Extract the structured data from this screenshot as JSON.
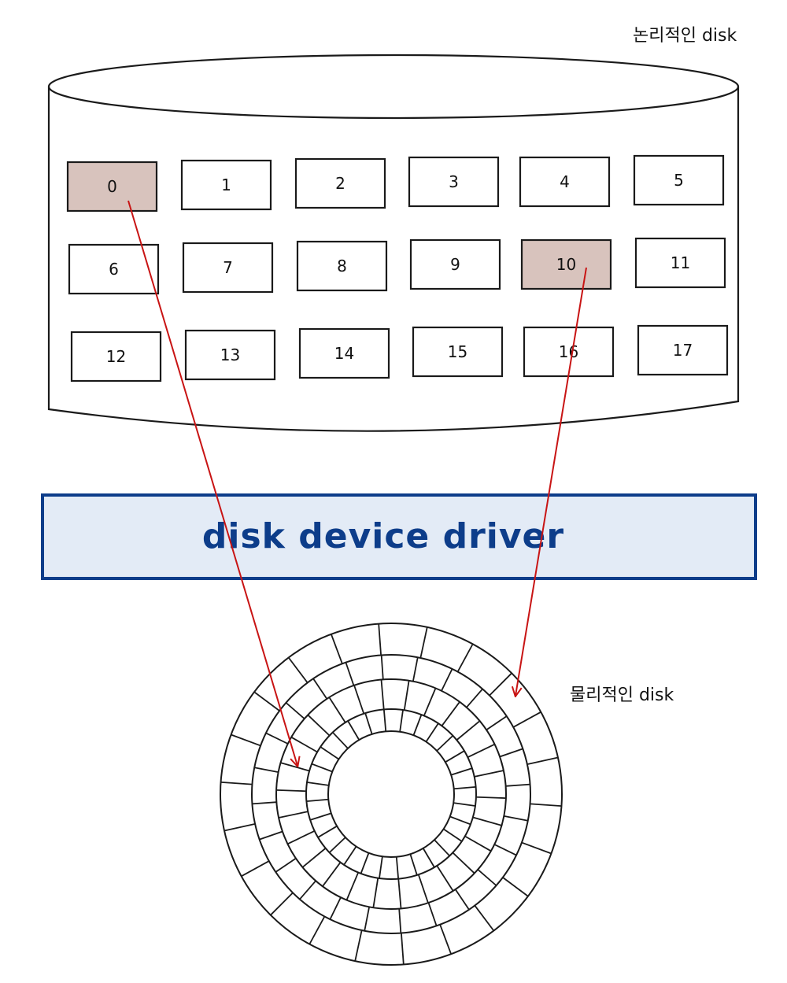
{
  "logical_disk": {
    "label": "논리적인 disk",
    "blocks": [
      "0",
      "1",
      "2",
      "3",
      "4",
      "5",
      "6",
      "7",
      "8",
      "9",
      "10",
      "11",
      "12",
      "13",
      "14",
      "15",
      "16",
      "17"
    ],
    "highlighted": [
      0,
      10
    ]
  },
  "driver": {
    "label": "disk device driver"
  },
  "physical_disk": {
    "label": "물리적인 disk"
  },
  "colors": {
    "highlight": "#d8c3bd",
    "driver_fill": "#e3ebf6",
    "driver_border": "#0d3d8a",
    "arrow": "#c81414",
    "stroke": "#1a1a1a"
  }
}
